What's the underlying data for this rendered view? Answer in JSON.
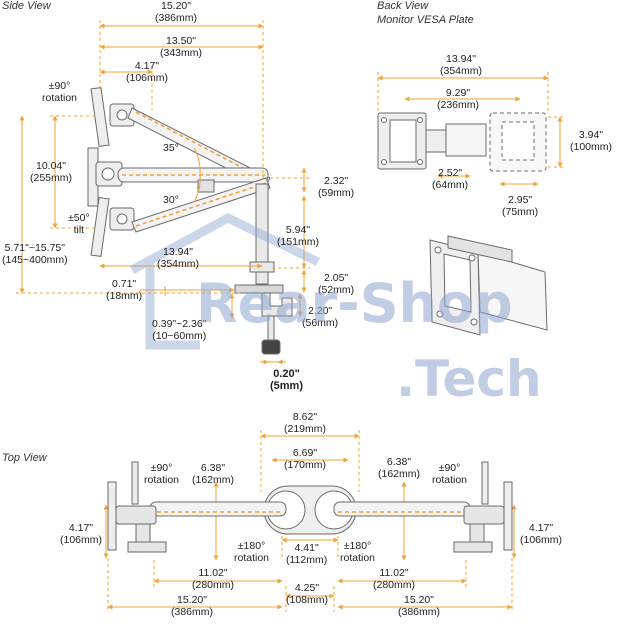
{
  "sections": {
    "side_view": "Side View",
    "back_view_line1": "Back View",
    "back_view_line2": "Monitor VESA Plate",
    "top_view": "Top View"
  },
  "side": {
    "d_15_20_in": "15.20\"",
    "d_15_20_mm": "(386mm)",
    "d_13_50_in": "13.50\"",
    "d_13_50_mm": "(343mm)",
    "d_4_17_in": "4.17\"",
    "d_4_17_mm": "(106mm)",
    "rot_1": "±90°",
    "rot_2": "rotation",
    "d_10_04_in": "10.04\"",
    "d_10_04_mm": "(255mm)",
    "tilt_1": "±50°",
    "tilt_2": "tilt",
    "d_height_in": "5.71\"~15.75\"",
    "d_height_mm": "(145~400mm)",
    "angle_35": "35°",
    "angle_30": "30°",
    "d_2_32_in": "2.32\"",
    "d_2_32_mm": "(59mm)",
    "d_5_94_in": "5.94\"",
    "d_5_94_mm": "(151mm)",
    "d_13_94_in": "13.94\"",
    "d_13_94_mm": "(354mm)",
    "d_2_05_in": "2.05\"",
    "d_2_05_mm": "(52mm)",
    "d_0_71_in": "0.71\"",
    "d_0_71_mm": "(18mm)",
    "d_2_20_in": "2.20\"",
    "d_2_20_mm": "(56mm)",
    "d_clamp_in": "0.39\"~2.36\"",
    "d_clamp_mm": "(10~60mm)",
    "d_0_20_in": "0.20\"",
    "d_0_20_mm": "(5mm)"
  },
  "back": {
    "d_13_94_in": "13.94\"",
    "d_13_94_mm": "(354mm)",
    "d_9_29_in": "9.29\"",
    "d_9_29_mm": "(236mm)",
    "d_3_94_in": "3.94\"",
    "d_3_94_mm": "(100mm)",
    "d_2_52_in": "2.52\"",
    "d_2_52_mm": "(64mm)",
    "d_2_95_in": "2.95\"",
    "d_2_95_mm": "(75mm)"
  },
  "top": {
    "d_8_62_in": "8.62\"",
    "d_8_62_mm": "(219mm)",
    "d_6_69_in": "6.69\"",
    "d_6_69_mm": "(170mm)",
    "rot_l_1": "±90°",
    "rot_l_2": "rotation",
    "rot_r_1": "±90°",
    "rot_r_2": "rotation",
    "d_6_38_l_in": "6.38\"",
    "d_6_38_l_mm": "(162mm)",
    "d_6_38_r_in": "6.38\"",
    "d_6_38_r_mm": "(162mm)",
    "d_4_17_l_in": "4.17\"",
    "d_4_17_l_mm": "(106mm)",
    "d_4_17_r_in": "4.17\"",
    "d_4_17_r_mm": "(106mm)",
    "pivot_l_1": "±180°",
    "pivot_l_2": "rotation",
    "pivot_r_1": "±180°",
    "pivot_r_2": "rotation",
    "d_4_41_in": "4.41\"",
    "d_4_41_mm": "(112mm)",
    "d_11_02_l_in": "11.02\"",
    "d_11_02_l_mm": "(280mm)",
    "d_11_02_r_in": "11.02\"",
    "d_11_02_r_mm": "(280mm)",
    "d_4_25_in": "4.25\"",
    "d_4_25_mm": "(108mm)",
    "d_15_20_l_in": "15.20\"",
    "d_15_20_l_mm": "(386mm)",
    "d_15_20_r_in": "15.20\"",
    "d_15_20_r_mm": "(386mm)"
  },
  "watermark": {
    "line1": "Rear-Shop",
    "line2": ".Tech"
  },
  "colors": {
    "dim_line": "#f2a23a",
    "part_stroke": "#6b6b6b",
    "part_fill": "#eeeeee",
    "watermark": "#8fa6cf"
  }
}
